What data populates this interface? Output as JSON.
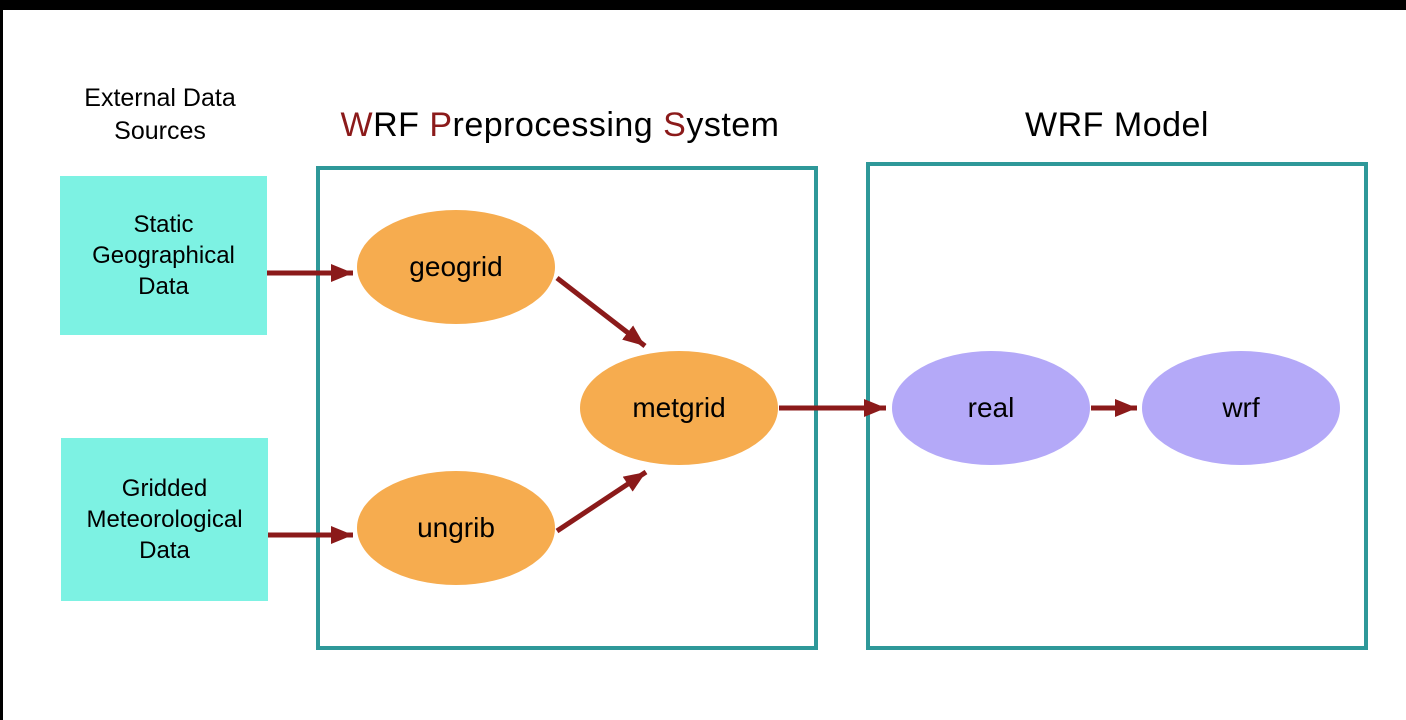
{
  "colors": {
    "page_bg": "#FFFFFF",
    "bar_black": "#000000",
    "title_accent_red": "#8B1A1A",
    "arrow_red": "#8B1A1A",
    "teal_border": "#2E9899",
    "cyan_box_fill": "#7DF2E3",
    "orange_node_fill": "#F6AC4F",
    "purple_node_fill": "#B4A9F8",
    "text_black": "#000000"
  },
  "header": {
    "external_sources_label_lines": [
      "External Data",
      "Sources"
    ],
    "wps_title_text": "WRF Preprocessing System",
    "wps_title_segments": [
      {
        "text": "W",
        "accent": true
      },
      {
        "text": "RF ",
        "accent": false
      },
      {
        "text": "P",
        "accent": true
      },
      {
        "text": "reprocessing ",
        "accent": false
      },
      {
        "text": "S",
        "accent": true
      },
      {
        "text": "ystem",
        "accent": false
      }
    ],
    "wrf_model_title": "WRF Model"
  },
  "sources": [
    {
      "id": "static-geographical-data",
      "lines": [
        "Static",
        "Geographical",
        "Data"
      ]
    },
    {
      "id": "gridded-meteorological-data",
      "lines": [
        "Gridded",
        "Meteorological",
        "Data"
      ]
    }
  ],
  "nodes": {
    "wps": [
      {
        "id": "geogrid",
        "label": "geogrid"
      },
      {
        "id": "ungrib",
        "label": "ungrib"
      },
      {
        "id": "metgrid",
        "label": "metgrid"
      }
    ],
    "wrf": [
      {
        "id": "real",
        "label": "real"
      },
      {
        "id": "wrf",
        "label": "wrf"
      }
    ]
  },
  "edges": [
    {
      "from": "static-geographical-data",
      "to": "geogrid"
    },
    {
      "from": "gridded-meteorological-data",
      "to": "ungrib"
    },
    {
      "from": "geogrid",
      "to": "metgrid"
    },
    {
      "from": "ungrib",
      "to": "metgrid"
    },
    {
      "from": "metgrid",
      "to": "real"
    },
    {
      "from": "real",
      "to": "wrf"
    }
  ]
}
